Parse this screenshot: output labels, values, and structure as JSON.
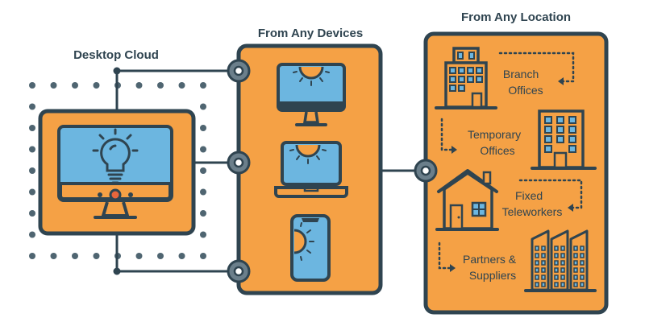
{
  "desktop_cloud": {
    "title": "Desktop Cloud"
  },
  "devices": {
    "title": "From Any Devices"
  },
  "locations": {
    "title": "From Any Location",
    "items": [
      {
        "line1": "Branch",
        "line2": "Offices"
      },
      {
        "line1": "Temporary",
        "line2": "Offices"
      },
      {
        "line1": "Fixed",
        "line2": "Teleworkers"
      },
      {
        "line1": "Partners &",
        "line2": "Suppliers"
      }
    ]
  },
  "colors": {
    "outline": "#2f4450",
    "panel": "#f5a145",
    "screen": "#6cb6e0",
    "accent": "#e8663c",
    "dots": "#4f6571"
  }
}
